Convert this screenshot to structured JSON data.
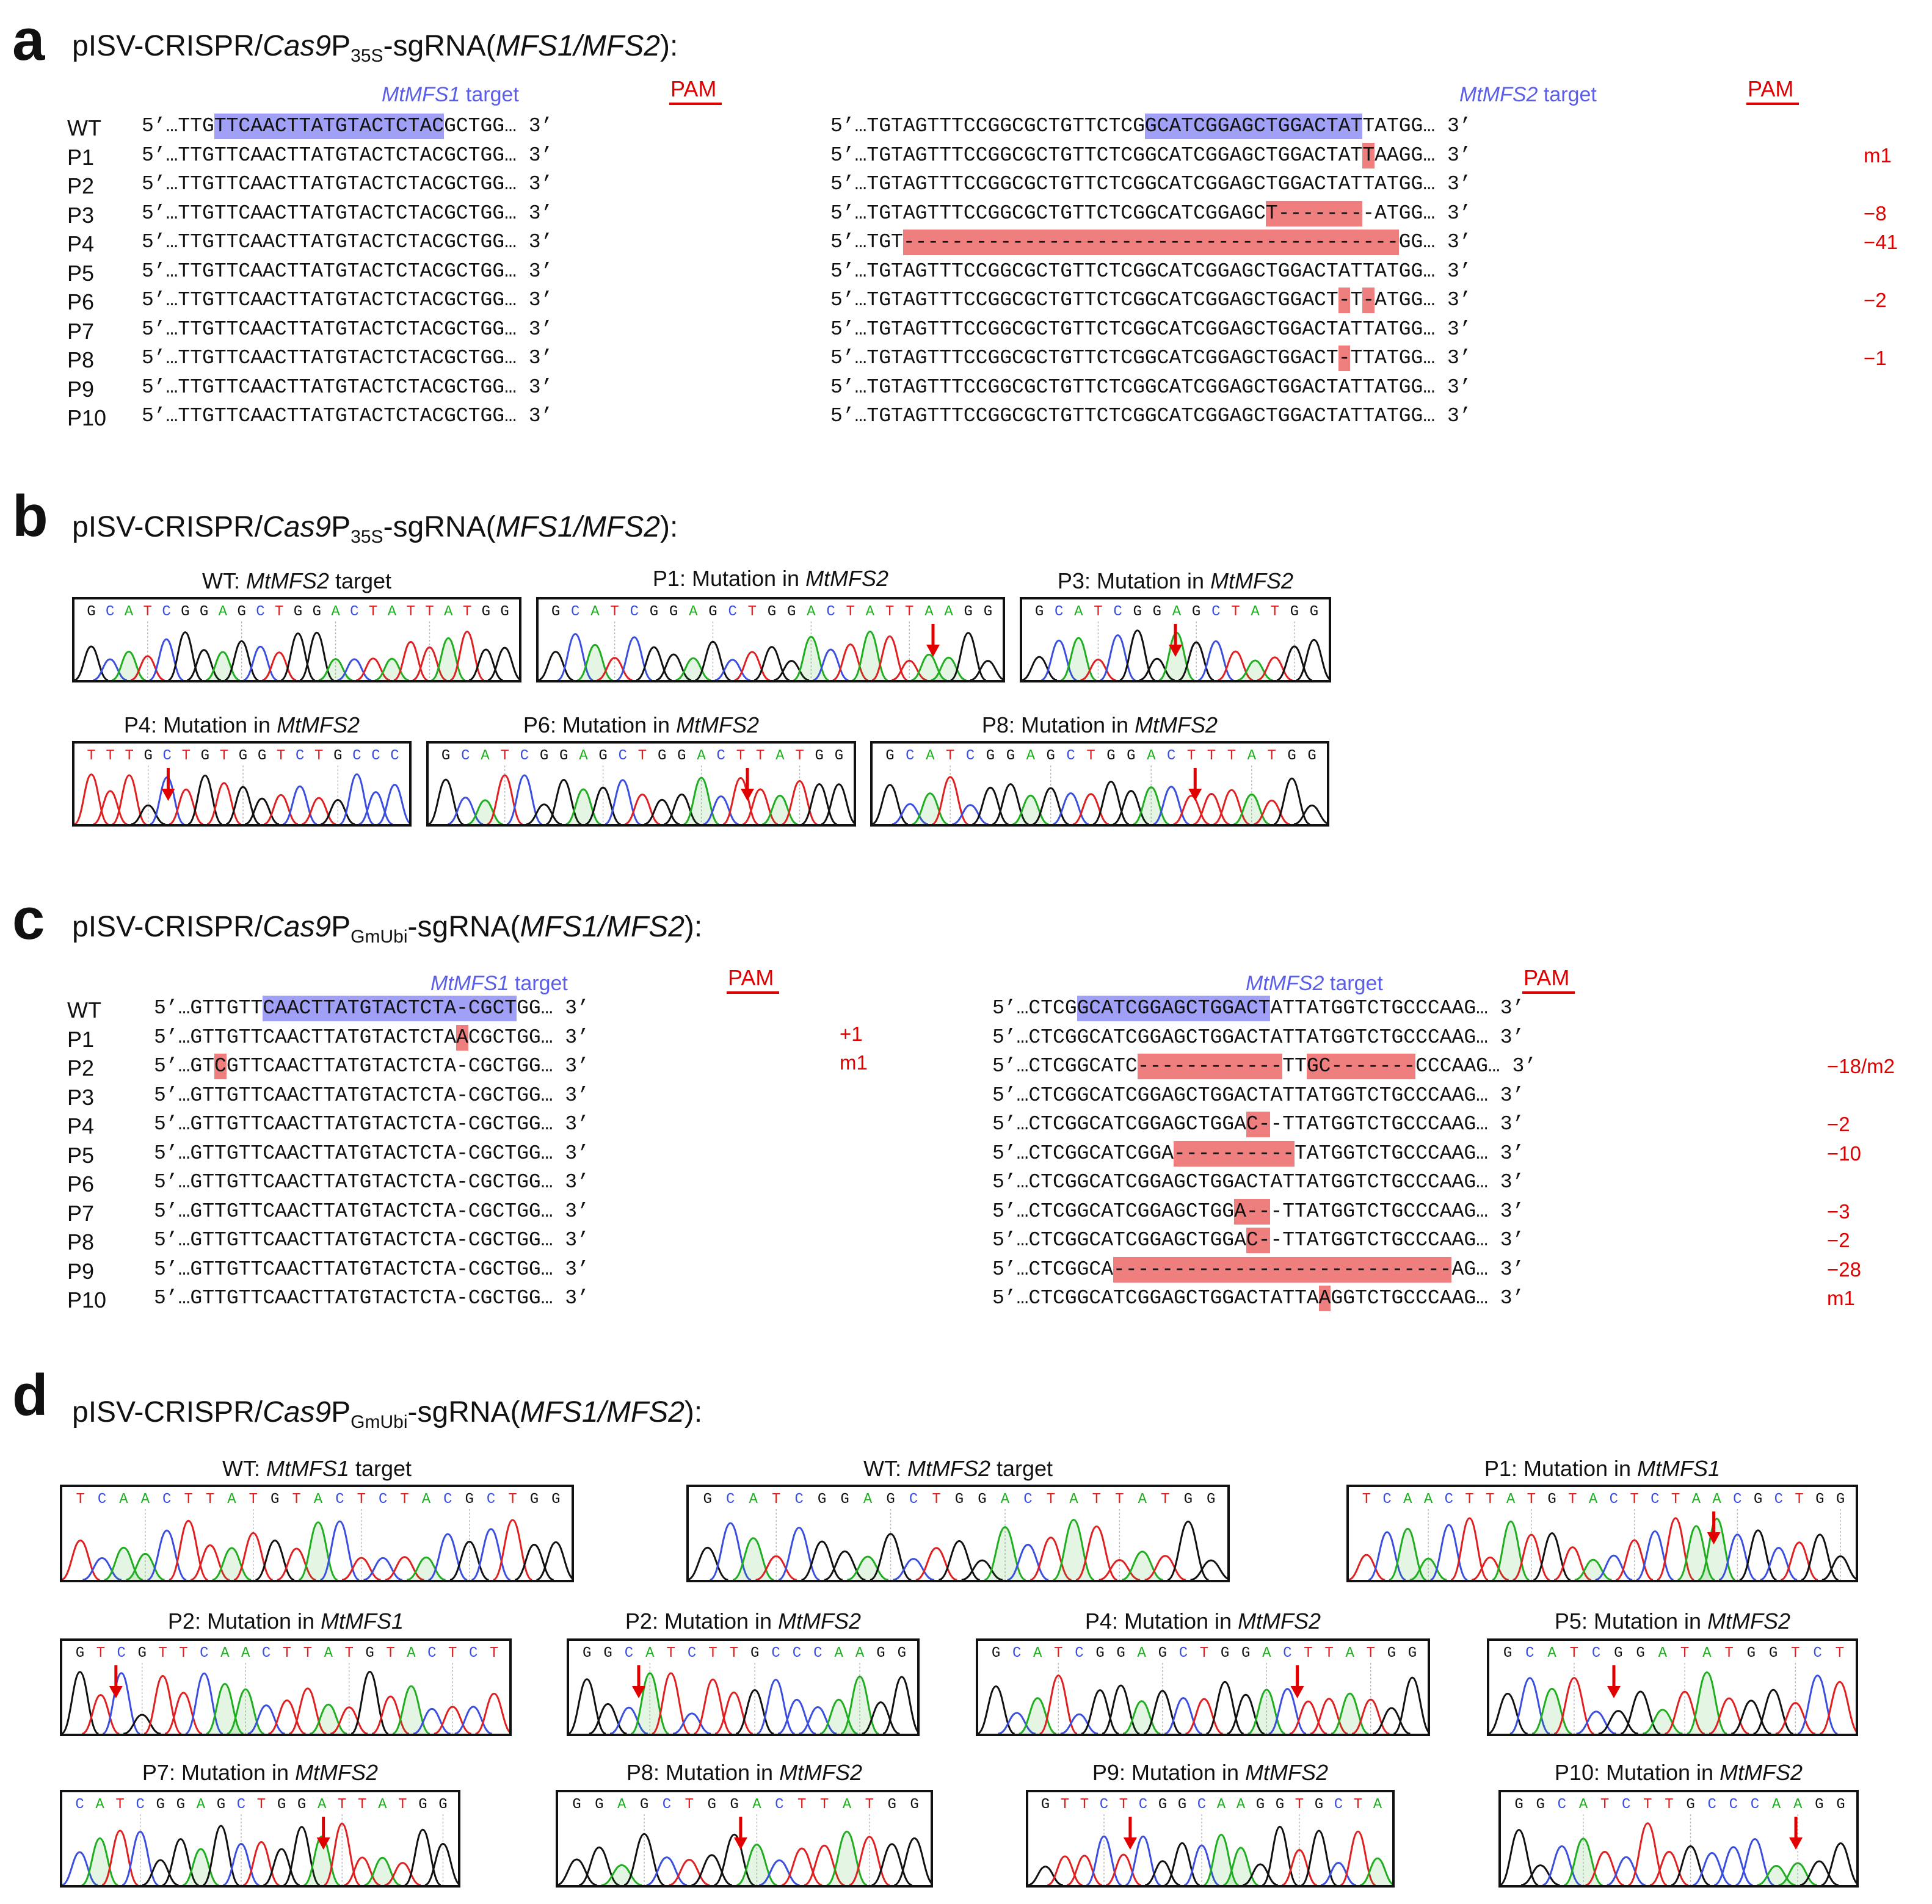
{
  "panels": {
    "a": {
      "label": "a",
      "title_pre": "pISV-CRISPR/",
      "title_it": "Cas9",
      "title_p": "P",
      "title_sub": "35S",
      "title_post": "-sgRNA(",
      "title_it2": "MFS1/MFS2",
      "title_end": "):"
    },
    "b": {
      "label": "b",
      "title_pre": "pISV-CRISPR/",
      "title_it": "Cas9",
      "title_p": "P",
      "title_sub": "35S",
      "title_post": "-sgRNA(",
      "title_it2": "MFS1/MFS2",
      "title_end": "):"
    },
    "c": {
      "label": "c",
      "title_pre": "pISV-CRISPR/",
      "title_it": "Cas9",
      "title_p": "P",
      "title_sub": "GmUbi",
      "title_post": "-sgRNA(",
      "title_it2": "MFS1/MFS2",
      "title_end": "):"
    },
    "d": {
      "label": "d",
      "title_pre": "pISV-CRISPR/",
      "title_it": "Cas9",
      "title_p": "P",
      "title_sub": "GmUbi",
      "title_post": "-sgRNA(",
      "title_it2": "MFS1/MFS2",
      "title_end": "):"
    }
  },
  "alignment_a": {
    "mfs1_target_label": "MtMFS1",
    "mfs2_target_label": "MtMFS2",
    "target_word": " target",
    "pam_label": "PAM",
    "rows": [
      {
        "label": "WT",
        "left": "5’…TTGTTCAACTTATGTACTCTACGCTGG… 3’",
        "right": "5’…TGTAGTTTCCGGCGCTGTTCTCGGCATCGGAGCTGGACTATTATGG… 3’",
        "note": ""
      },
      {
        "label": "P1",
        "left": "5’…TTGTTCAACTTATGTACTCTACGCTGG… 3’",
        "right": "5’…TGTAGTTTCCGGCGCTGTTCTCGGCATCGGAGCTGGACTATTAAGG… 3’",
        "note": "m1"
      },
      {
        "label": "P2",
        "left": "5’…TTGTTCAACTTATGTACTCTACGCTGG… 3’",
        "right": "5’…TGTAGTTTCCGGCGCTGTTCTCGGCATCGGAGCTGGACTATTATGG… 3’",
        "note": ""
      },
      {
        "label": "P3",
        "left": "5’…TTGTTCAACTTATGTACTCTACGCTGG… 3’",
        "right": "5’…TGTAGTTTCCGGCGCTGTTCTCGGCATCGGAGCT--------ATGG… 3’",
        "note": "−8"
      },
      {
        "label": "P4",
        "left": "5’…TTGTTCAACTTATGTACTCTACGCTGG… 3’",
        "right": "5’…TGT-----------------------------------------GG… 3’",
        "note": "−41"
      },
      {
        "label": "P5",
        "left": "5’…TTGTTCAACTTATGTACTCTACGCTGG… 3’",
        "right": "5’…TGTAGTTTCCGGCGCTGTTCTCGGCATCGGAGCTGGACTATTATGG… 3’",
        "note": ""
      },
      {
        "label": "P6",
        "left": "5’…TTGTTCAACTTATGTACTCTACGCTGG… 3’",
        "right": "5’…TGTAGTTTCCGGCGCTGTTCTCGGCATCGGAGCTGGACT-T-ATGG… 3’",
        "note": "−2"
      },
      {
        "label": "P7",
        "left": "5’…TTGTTCAACTTATGTACTCTACGCTGG… 3’",
        "right": "5’…TGTAGTTTCCGGCGCTGTTCTCGGCATCGGAGCTGGACTATTATGG… 3’",
        "note": ""
      },
      {
        "label": "P8",
        "left": "5’…TTGTTCAACTTATGTACTCTACGCTGG… 3’",
        "right": "5’…TGTAGTTTCCGGCGCTGTTCTCGGCATCGGAGCTGGACT-TTATGG… 3’",
        "note": "−1"
      },
      {
        "label": "P9",
        "left": "5’…TTGTTCAACTTATGTACTCTACGCTGG… 3’",
        "right": "5’…TGTAGTTTCCGGCGCTGTTCTCGGCATCGGAGCTGGACTATTATGG… 3’",
        "note": ""
      },
      {
        "label": "P10",
        "left": "5’…TTGTTCAACTTATGTACTCTACGCTGG… 3’",
        "right": "5’…TGTAGTTTCCGGCGCTGTTCTCGGCATCGGAGCTGGACTATTATGG… 3’",
        "note": ""
      }
    ]
  },
  "alignment_c": {
    "mfs1_target_label": "MtMFS1",
    "mfs2_target_label": "MtMFS2",
    "target_word": " target",
    "pam_label": "PAM",
    "rows": [
      {
        "label": "WT",
        "left": "5’…GTTGTTCAACTTATGTACTCTA-CGCTGG… 3’",
        "left_note": "",
        "right": "5’…CTCGGCATCGGAGCTGGACTATTATGGTCTGCCCAAG… 3’",
        "note": ""
      },
      {
        "label": "P1",
        "left": "5’…GTTGTTCAACTTATGTACTCTAACGCTGG… 3’",
        "left_note": "+1",
        "right": "5’…CTCGGCATCGGAGCTGGACTATTATGGTCTGCCCAAG… 3’",
        "note": ""
      },
      {
        "label": "P2",
        "left": "5’…GTCGTTCAACTTATGTACTCTA-CGCTGG… 3’",
        "left_note": "m1",
        "right": "5’…CTCGGCATC------------TTGC-------CCCAAG… 3’",
        "note": "−18/m2"
      },
      {
        "label": "P3",
        "left": "5’…GTTGTTCAACTTATGTACTCTA-CGCTGG… 3’",
        "left_note": "",
        "right": "5’…CTCGGCATCGGAGCTGGACTATTATGGTCTGCCCAAG… 3’",
        "note": ""
      },
      {
        "label": "P4",
        "left": "5’…GTTGTTCAACTTATGTACTCTA-CGCTGG… 3’",
        "left_note": "",
        "right": "5’…CTCGGCATCGGAGCTGGAC--TTATGGTCTGCCCAAG… 3’",
        "note": "−2"
      },
      {
        "label": "P5",
        "left": "5’…GTTGTTCAACTTATGTACTCTA-CGCTGG… 3’",
        "left_note": "",
        "right": "5’…CTCGGCATCGGA----------TATGGTCTGCCCAAG… 3’",
        "note": "−10"
      },
      {
        "label": "P6",
        "left": "5’…GTTGTTCAACTTATGTACTCTA-CGCTGG… 3’",
        "left_note": "",
        "right": "5’…CTCGGCATCGGAGCTGGACTATTATGGTCTGCCCAAG… 3’",
        "note": ""
      },
      {
        "label": "P7",
        "left": "5’…GTTGTTCAACTTATGTACTCTA-CGCTGG… 3’",
        "left_note": "",
        "right": "5’…CTCGGCATCGGAGCTGGA---TTATGGTCTGCCCAAG… 3’",
        "note": "−3"
      },
      {
        "label": "P8",
        "left": "5’…GTTGTTCAACTTATGTACTCTA-CGCTGG… 3’",
        "left_note": "",
        "right": "5’…CTCGGCATCGGAGCTGGAC--TTATGGTCTGCCCAAG… 3’",
        "note": "−2"
      },
      {
        "label": "P9",
        "left": "5’…GTTGTTCAACTTATGTACTCTA-CGCTGG… 3’",
        "left_note": "",
        "right": "5’…CTCGGCA----------------------------AG… 3’",
        "note": "−28"
      },
      {
        "label": "P10",
        "left": "5’…GTTGTTCAACTTATGTACTCTA-CGCTGG… 3’",
        "left_note": "",
        "right": "5’…CTCGGCATCGGAGCTGGACTATTAAGGTCTGCCCAAG… 3’",
        "note": "m1"
      }
    ]
  },
  "chromatograms_b": [
    {
      "cap_pre": "WT: ",
      "cap_it": "MtMFS2",
      "cap_post": " target",
      "seq": "GCATCGGAGCTGGACTATTATGG",
      "arrow": false
    },
    {
      "cap_pre": "P1: Mutation in ",
      "cap_it": "MtMFS2",
      "cap_post": "",
      "seq": "GCATCGGAGCTGGACTATTAAGG",
      "arrow": true
    },
    {
      "cap_pre": "P3: Mutation in ",
      "cap_it": "MtMFS2",
      "cap_post": "",
      "seq": "GCATCGGAGCTATGG",
      "arrow": true
    },
    {
      "cap_pre": "P4: Mutation in ",
      "cap_it": "MtMFS2",
      "cap_post": "",
      "seq": "TTTGCTGTGGTCTGCCC",
      "arrow": true
    },
    {
      "cap_pre": "P6: Mutation in ",
      "cap_it": "MtMFS2",
      "cap_post": "",
      "seq": "GCATCGGAGCTGGACTTATGG",
      "arrow": true
    },
    {
      "cap_pre": "P8: Mutation in ",
      "cap_it": "MtMFS2",
      "cap_post": "",
      "seq": "GCATCGGAGCTGGACTTTATGG",
      "arrow": true
    }
  ],
  "chromatograms_d": [
    {
      "cap_pre": "WT: ",
      "cap_it": "MtMFS1",
      "cap_post": " target",
      "seq": "TCAACTTATGTACTCTACGCTGG",
      "arrow": false
    },
    {
      "cap_pre": "WT: ",
      "cap_it": "MtMFS2",
      "cap_post": " target",
      "seq": "GCATCGGAGCTGGACTATTATGG",
      "arrow": false
    },
    {
      "cap_pre": "P1: Mutation in ",
      "cap_it": "MtMFS1",
      "cap_post": "",
      "seq": "TCAACTTATGTACTCTAACGCTGG",
      "arrow": true
    },
    {
      "cap_pre": "P2: Mutation in ",
      "cap_it": "MtMFS1",
      "cap_post": "",
      "seq": "GTCGTTCAACTTATGTACTCT",
      "arrow": true
    },
    {
      "cap_pre": "P2: Mutation in ",
      "cap_it": "MtMFS2",
      "cap_post": "",
      "seq": "GGCATCTTGCCCAAGG",
      "arrow": true
    },
    {
      "cap_pre": "P4: Mutation in ",
      "cap_it": "MtMFS2",
      "cap_post": "",
      "seq": "GCATCGGAGCTGGACTTATGG",
      "arrow": true
    },
    {
      "cap_pre": "P5: Mutation in ",
      "cap_it": "MtMFS2",
      "cap_post": "",
      "seq": "GCATCGGATATGGTCT",
      "arrow": true
    },
    {
      "cap_pre": "P7: Mutation in ",
      "cap_it": "MtMFS2",
      "cap_post": "",
      "seq": "CATCGGAGCTGGATTATGG",
      "arrow": true
    },
    {
      "cap_pre": "P8: Mutation in ",
      "cap_it": "MtMFS2",
      "cap_post": "",
      "seq": "GGAGCTGGACTTATGG",
      "arrow": true
    },
    {
      "cap_pre": "P9: Mutation in ",
      "cap_it": "MtMFS2",
      "cap_post": "",
      "seq": "GTTCTCGGCAAGGTGCTA",
      "arrow": true
    },
    {
      "cap_pre": "P10: Mutation in ",
      "cap_it": "MtMFS2",
      "cap_post": "",
      "seq": "GGCATCTTGCCCAAGG",
      "arrow": true
    }
  ],
  "colors": {
    "target_highlight": "#a0a0f6",
    "mutation_highlight": "#ef7f7f",
    "annotation_red": "#e00000",
    "base_A": "#1fae1f",
    "base_C": "#3a4ee0",
    "base_G": "#111111",
    "base_T": "#e02020"
  }
}
